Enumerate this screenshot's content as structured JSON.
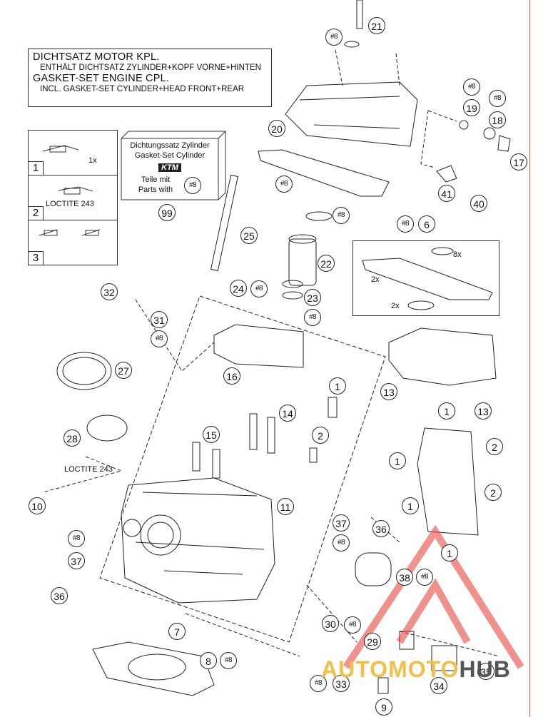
{
  "info_box": {
    "line1": "DICHTSATZ MOTOR KPL.",
    "line2": "ENTHÄLT DICHTSATZ ZYLINDER+KOPF VORNE+HINTEN",
    "line3": "GASKET-SET ENGINE CPL.",
    "line4": "INCL. GASKET-SET CYLINDER+HEAD FRONT+REAR"
  },
  "steps": [
    {
      "number": "1",
      "note": "1x"
    },
    {
      "number": "2",
      "note": "LOCTITE 243"
    },
    {
      "number": "3",
      "note": ""
    }
  ],
  "kit": {
    "line1": "Dichtungssatz Zylinder",
    "line2": "Gasket-Set Cylinder",
    "logo": "KTM",
    "line3": "Teile mit",
    "line4": "Parts with",
    "hash": "#8",
    "number": "99"
  },
  "loctite_label": "LOCTITE 243",
  "subkit": {
    "qty_a": "8x",
    "qty_b": "2x",
    "qty_c": "2x"
  },
  "callouts": {
    "c1a": "1",
    "c1b": "1",
    "c1c": "1",
    "c1d": "1",
    "c1e": "1",
    "c2a": "2",
    "c2b": "2",
    "c2c": "2",
    "c6": "6",
    "c7": "7",
    "c8": "8",
    "c9": "9",
    "c10": "10",
    "c11": "11",
    "c13a": "13",
    "c13b": "13",
    "c14": "14",
    "c15": "15",
    "c16": "16",
    "c17": "17",
    "c18": "18",
    "c19": "19",
    "c20": "20",
    "c21": "21",
    "c22": "22",
    "c23": "23",
    "c24": "24",
    "c25": "25",
    "c27": "27",
    "c28": "28",
    "c29": "29",
    "c30": "30",
    "c31": "31",
    "c32": "32",
    "c33": "33",
    "c34": "34",
    "c35": "35",
    "c36a": "36",
    "c36b": "36",
    "c37a": "37",
    "c37b": "37",
    "c38": "38",
    "c40": "40",
    "c41": "41"
  },
  "hash_label": "#8",
  "watermark": {
    "part1": "AUTOMOTO",
    "part2": "HUB"
  }
}
